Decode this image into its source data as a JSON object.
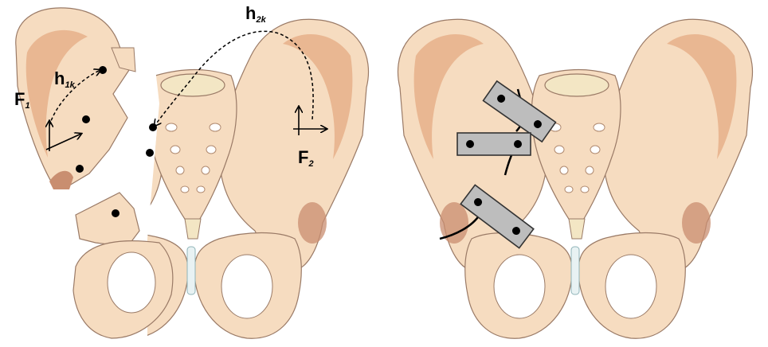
{
  "left_diagram": {
    "labels": {
      "f1": {
        "main": "F",
        "sub": "1"
      },
      "f2": {
        "main": "F",
        "sub": "2"
      },
      "h1k": {
        "main": "h",
        "sub": "1k"
      },
      "h2k": {
        "main": "h",
        "sub": "2k"
      }
    }
  },
  "right_diagram": {
    "plates": [
      "plate-upper",
      "plate-middle",
      "plate-lower"
    ]
  },
  "colors": {
    "bone": "#f6dcc0",
    "bone_dark": "#e4b592",
    "bone_shadow": "#c98e70",
    "sacrum": "#f3e6c4",
    "plate": "#bdbdbd",
    "outline": "#9a7a66"
  }
}
